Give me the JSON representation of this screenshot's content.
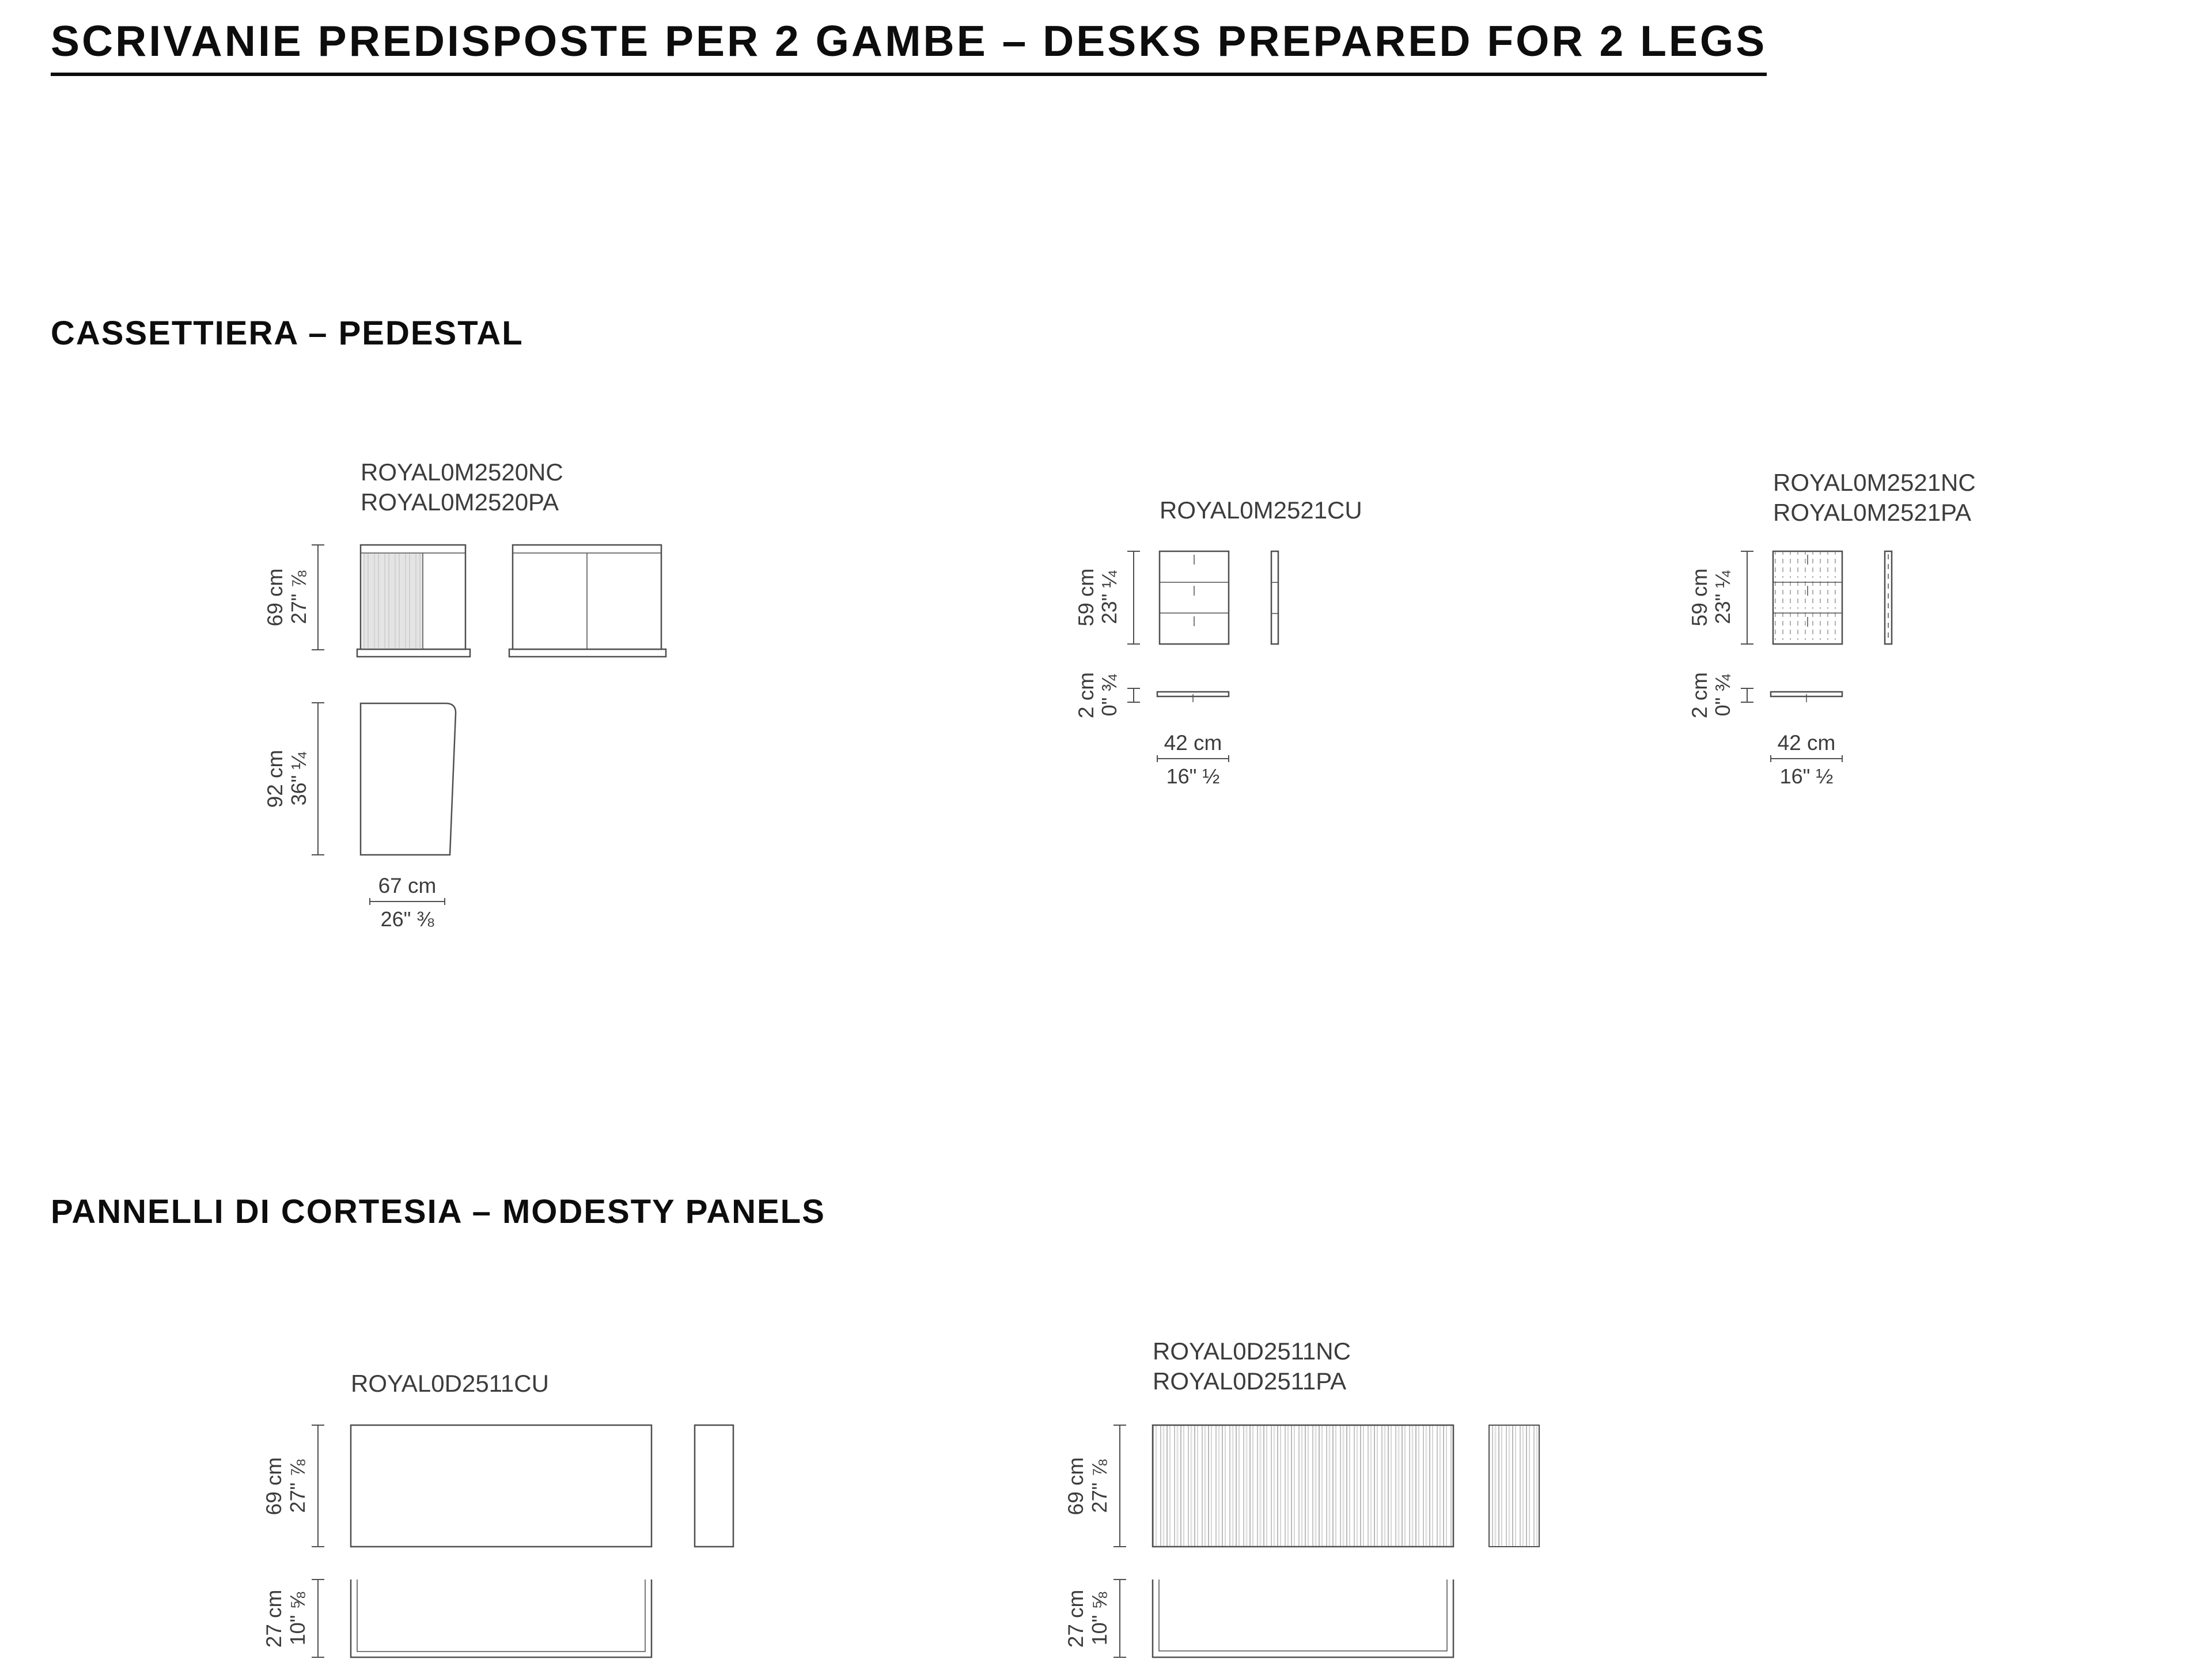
{
  "title": "SCRIVANIE PREDISPOSTE PER 2 GAMBE – DESKS PREPARED FOR 2 LEGS",
  "sections": {
    "pedestal": {
      "heading": "CASSETTIERA – PEDESTAL",
      "groups": [
        {
          "code1": "ROYAL0M2520NC",
          "code2": "ROYAL0M2520PA",
          "height": {
            "metric": "69 cm",
            "imperial": "27\" ⅞"
          },
          "side_height": {
            "metric": "92 cm",
            "imperial": "36\" ¼"
          },
          "depth": {
            "metric": "67 cm",
            "imperial": "26\" ⅜"
          }
        },
        {
          "code1": "ROYAL0M2521CU",
          "height": {
            "metric": "59 cm",
            "imperial": "23\" ¼"
          },
          "thickness": {
            "metric": "2 cm",
            "imperial": "0\" ¾"
          },
          "width": {
            "metric": "42 cm",
            "imperial": "16\" ½"
          }
        },
        {
          "code1": "ROYAL0M2521NC",
          "code2": "ROYAL0M2521PA",
          "height": {
            "metric": "59 cm",
            "imperial": "23\" ¼"
          },
          "thickness": {
            "metric": "2 cm",
            "imperial": "0\" ¾"
          },
          "width": {
            "metric": "42 cm",
            "imperial": "16\" ½"
          }
        }
      ]
    },
    "modesty": {
      "heading": "PANNELLI DI CORTESIA – MODESTY PANELS",
      "groups": [
        {
          "code1": "ROYAL0D2511CU",
          "height": {
            "metric": "69 cm",
            "imperial": "27\" ⅞"
          },
          "panel_bottom": {
            "metric": "27 cm",
            "imperial": "10\" ⅝"
          }
        },
        {
          "code1": "ROYAL0D2511NC",
          "code2": "ROYAL0D2511PA",
          "height": {
            "metric": "69 cm",
            "imperial": "27\" ⅞"
          },
          "panel_bottom": {
            "metric": "27 cm",
            "imperial": "10\" ⅝"
          }
        }
      ]
    }
  }
}
